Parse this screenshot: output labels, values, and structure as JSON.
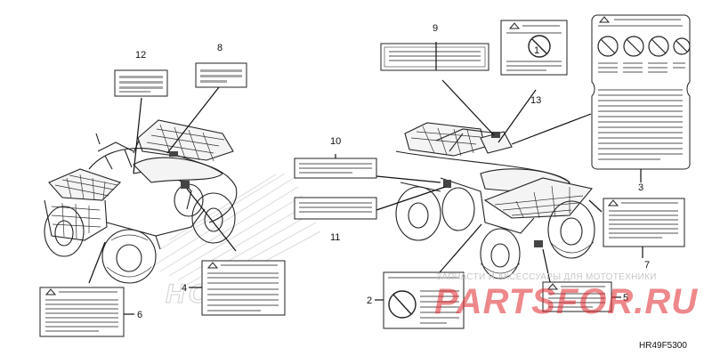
{
  "diagram_code": "HR49F5300",
  "watermark": {
    "tagline": "ЗАПЧАСТИ И АКСЕССУАРЫ ДЛЯ МОТОТЕХНИКИ",
    "brand": "PARTSFOR.RU"
  },
  "background_logo": "HONDA",
  "callouts": [
    "1",
    "2",
    "3",
    "4",
    "5",
    "6",
    "7",
    "8",
    "9",
    "10",
    "11",
    "12",
    "13"
  ],
  "colors": {
    "ink": "#222222",
    "watermark_red": "#e0262c",
    "logo_gray": "#c9c9c9"
  }
}
